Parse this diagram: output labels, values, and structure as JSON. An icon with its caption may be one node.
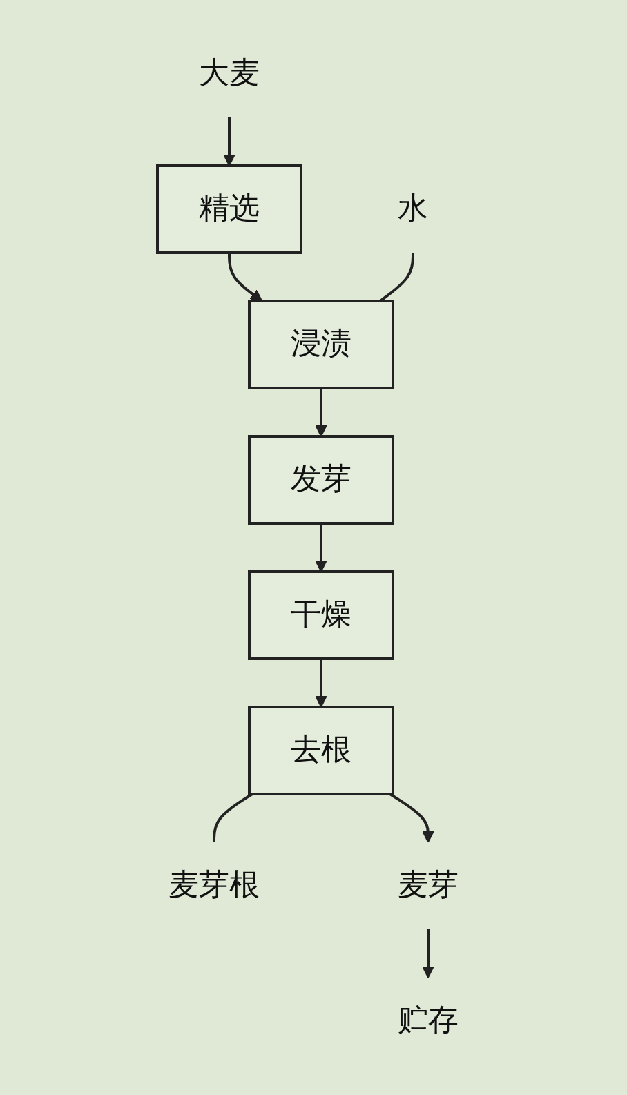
{
  "diagram": {
    "nodes": [
      {
        "text": [
          "大麦"
        ]
      },
      {
        "text": [
          "精选"
        ]
      },
      {
        "text": [
          "水"
        ]
      },
      {
        "text": [
          "浸渍"
        ]
      },
      {
        "text": [
          "发芽"
        ]
      },
      {
        "text": [
          "干燥"
        ]
      },
      {
        "text": [
          "去根"
        ]
      },
      {
        "text": [
          "麦芽根"
        ]
      },
      {
        "text": [
          "麦芽"
        ]
      },
      {
        "text": [
          "贮存"
        ]
      }
    ],
    "edges": [
      {
        "from": 0,
        "to": 1,
        "arrow": "to"
      },
      {
        "from": 1,
        "to": 3,
        "arrow": "to"
      },
      {
        "from": 2,
        "to": 3,
        "arrow": "none"
      },
      {
        "from": 3,
        "to": 4,
        "arrow": "to"
      },
      {
        "from": 4,
        "to": 5,
        "arrow": "to"
      },
      {
        "from": 5,
        "to": 6,
        "arrow": "to"
      },
      {
        "from": 6,
        "to": 7,
        "arrow": "none"
      },
      {
        "from": 6,
        "to": 8,
        "arrow": "to"
      },
      {
        "from": 8,
        "to": 9,
        "arrow": "to"
      }
    ]
  }
}
